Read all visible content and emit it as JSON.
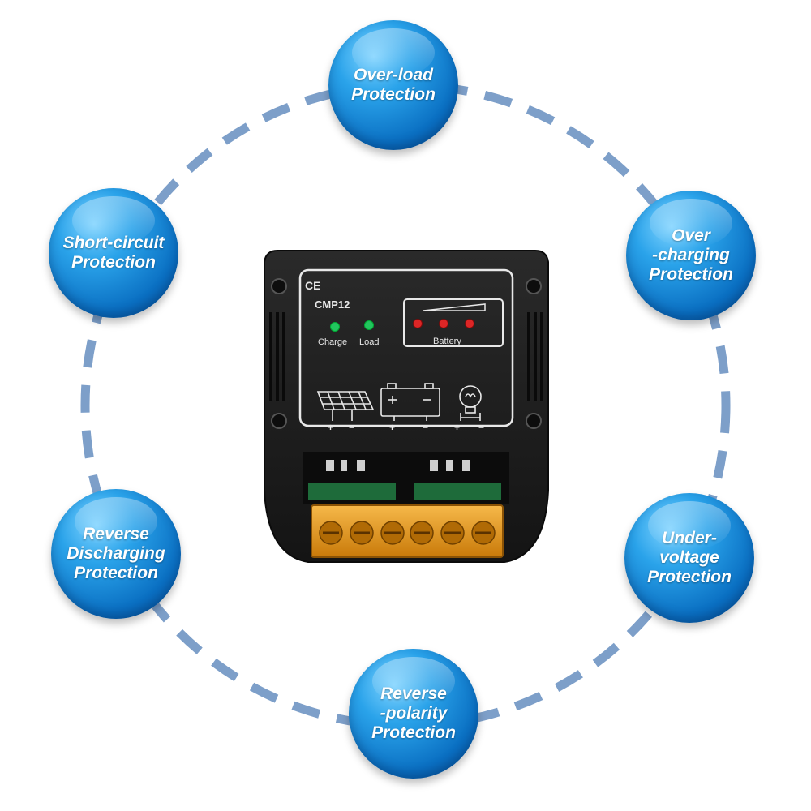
{
  "badges": [
    {
      "id": "over-load",
      "text": "Over-load\nProtection"
    },
    {
      "id": "over-charging",
      "text": "Over\n-charging\nProtection"
    },
    {
      "id": "under-voltage",
      "text": "Under-\nvoltage\nProtection"
    },
    {
      "id": "reverse-polarity",
      "text": "Reverse\n-polarity\nProtection"
    },
    {
      "id": "reverse-discharging",
      "text": "Reverse\nDischarging\nProtection"
    },
    {
      "id": "short-circuit",
      "text": "Short-circuit\nProtection"
    }
  ],
  "device": {
    "mark": "CE",
    "model": "CMP12",
    "charge_label": "Charge",
    "load_label": "Load",
    "battery_label": "Battery",
    "plus": "+",
    "minus": "−",
    "colors": {
      "body": "#1b1b1b",
      "panel_line": "#e8e8e8",
      "terminal": "#e79a1a",
      "led_green": "#22c55e",
      "led_red": "#dc2626"
    }
  },
  "icons": [
    "solar-panel-icon",
    "battery-icon",
    "bulb-icon"
  ],
  "colors": {
    "ring_dash": "#7d9fc9",
    "badge_blue": "#0a6fc2"
  }
}
